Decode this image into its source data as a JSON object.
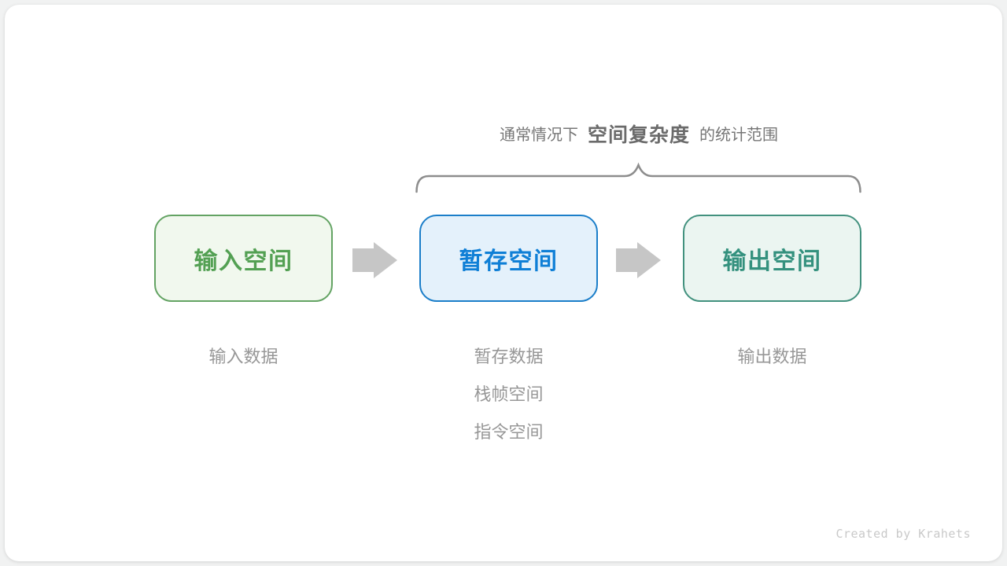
{
  "title": {
    "prefix": "通常情况下",
    "emphasis": "空间复杂度",
    "suffix": "的统计范围"
  },
  "nodes": [
    {
      "id": "input-space",
      "label": "输入空间",
      "fill": "#f1f8ee",
      "border": "#63a363",
      "text_color": "#53a053",
      "sub_labels": [
        "输入数据"
      ]
    },
    {
      "id": "buffer-space",
      "label": "暂存空间",
      "fill": "#e4f1fb",
      "border": "#1b7ec9",
      "text_color": "#0f7fd6",
      "sub_labels": [
        "暂存数据",
        "栈帧空间",
        "指令空间"
      ]
    },
    {
      "id": "output-space",
      "label": "输出空间",
      "fill": "#ebf5f1",
      "border": "#42917e",
      "text_color": "#34917e",
      "sub_labels": [
        "输出数据"
      ]
    }
  ],
  "colors": {
    "arrow": "#c6c6c6",
    "brace": "#8d8d8d",
    "page_bg": "#f1f2f2",
    "card_bg": "#ffffff",
    "title_text": "#767676",
    "sub_label_text": "#979797",
    "credit_text": "#c9c9c9"
  },
  "credit": "Created by Krahets"
}
